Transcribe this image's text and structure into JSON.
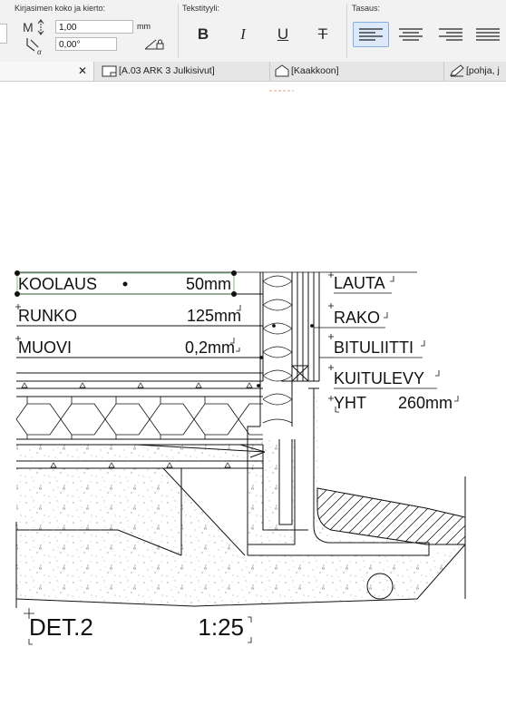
{
  "toolbar": {
    "font_size_section": {
      "label": "Kirjasimen koko ja kierto:",
      "size_value": "1,00",
      "size_unit": "mm",
      "angle_value": "0,00°"
    },
    "text_style_section": {
      "label": "Tekstityyli:",
      "buttons": [
        "B",
        "I",
        "U",
        "T"
      ]
    },
    "alignment_section": {
      "label": "Tasaus:"
    }
  },
  "tabs": [
    {
      "label": ""
    },
    {
      "label": "[A.03 ARK 3 Julkisivut]"
    },
    {
      "label": "[Kaakkoon]"
    },
    {
      "label": "[pohja, j"
    }
  ],
  "drawing": {
    "rows": [
      {
        "name": "KOOLAUS",
        "value": "50mm"
      },
      {
        "name": "RUNKO",
        "value": "125mm"
      },
      {
        "name": "MUOVI",
        "value": "0,2mm"
      }
    ],
    "right_labels": [
      "LAUTA",
      "RAKO",
      "BITULIITTI",
      "KUITULEVY"
    ],
    "total": {
      "label": "YHT",
      "value": "260mm"
    },
    "detail_label": "DET.2",
    "scale": "1:25"
  }
}
